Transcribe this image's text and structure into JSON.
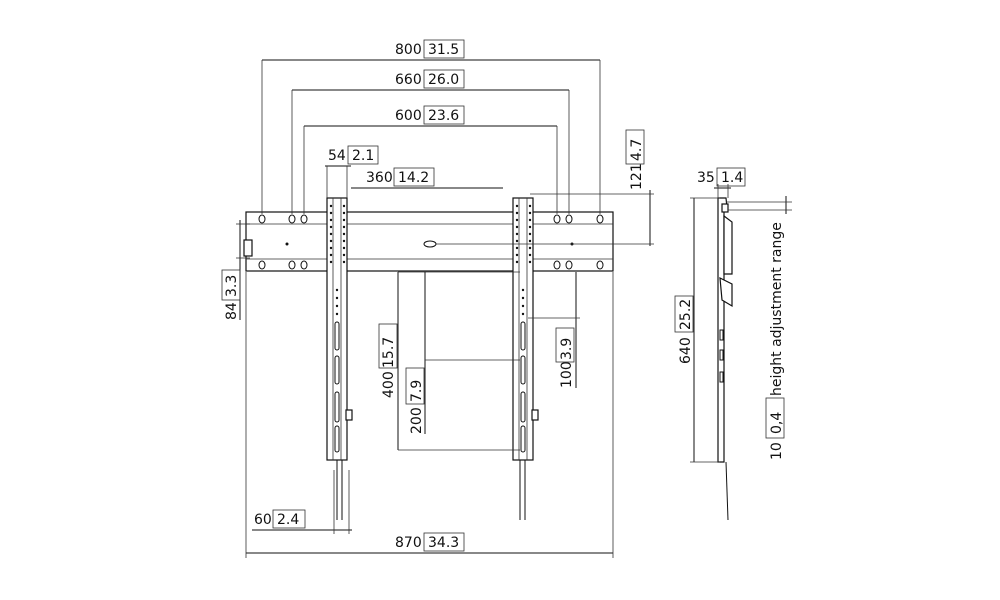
{
  "dimensions": {
    "w800": {
      "mm": "800",
      "in": "31.5"
    },
    "w660": {
      "mm": "660",
      "in": "26.0"
    },
    "w600": {
      "mm": "600",
      "in": "23.6"
    },
    "w54": {
      "mm": "54",
      "in": "2.1"
    },
    "w360": {
      "mm": "360",
      "in": "14.2"
    },
    "h121": {
      "mm": "121",
      "in": "4.7"
    },
    "h84": {
      "mm": "84",
      "in": "3.3"
    },
    "h400": {
      "mm": "400",
      "in": "15.7"
    },
    "h200": {
      "mm": "200",
      "in": "7.9"
    },
    "h100": {
      "mm": "100",
      "in": "3.9"
    },
    "w60": {
      "mm": "60",
      "in": "2.4"
    },
    "w870": {
      "mm": "870",
      "in": "34.3"
    },
    "d35": {
      "mm": "35",
      "in": "1.4"
    },
    "h640": {
      "mm": "640",
      "in": "25.2"
    },
    "adj10": {
      "mm": "10",
      "in": "0,4",
      "label": "height adjustment range"
    }
  }
}
